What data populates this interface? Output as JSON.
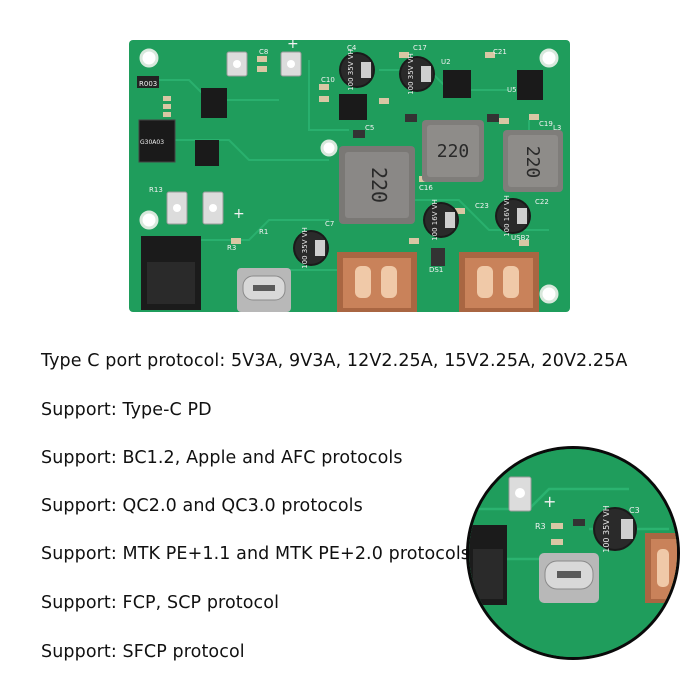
{
  "board": {
    "silkscreen": {
      "r_top": "R003",
      "ic_left": "G30A03",
      "ind_1": "220",
      "ind_2": "220",
      "ind_3": "220",
      "cap_1": "100 35V VH",
      "cap_2": "100 35V VH",
      "cap_3": "100 16V VH",
      "cap_4": "100 16V VH",
      "cap_5": "100 35V VH",
      "label_usb2": "USB2",
      "label_ds1": "DS1",
      "label_u2": "U2",
      "label_u5": "U5",
      "label_c5": "C5",
      "label_c4": "C4",
      "label_c7": "C7",
      "label_c8": "C8",
      "label_c10": "C10",
      "label_c16": "C16",
      "label_c17": "C17",
      "label_c19": "C19",
      "label_c21": "C21",
      "label_c22": "C22",
      "label_c23": "C23",
      "label_l3": "L3",
      "label_r1": "R1",
      "label_r3": "R3",
      "label_r13": "R13",
      "plus": "+"
    }
  },
  "protocols": [
    "Type C port protocol: 5V3A, 9V3A, 12V2.25A, 15V2.25A, 20V2.25A",
    "Support: Type-C PD",
    "Support: BC1.2, Apple and AFC protocols",
    "Support: QC2.0 and QC3.0 protocols",
    "Support: MTK PE+1.1 and MTK PE+2.0 protocols",
    "Support: FCP, SCP protocol",
    "Support: SFCP protocol"
  ],
  "inset": {
    "cap_label": "100 35V VH",
    "label_r3": "R3",
    "label_c3": "C3",
    "plus": "+"
  },
  "colors": {
    "pcb_green": "#1f9d5c",
    "pcb_trace": "#26a866",
    "copper": "#c9825a",
    "silver": "#c8c8c8",
    "black_part": "#1a1a1a",
    "text": "#111111"
  }
}
